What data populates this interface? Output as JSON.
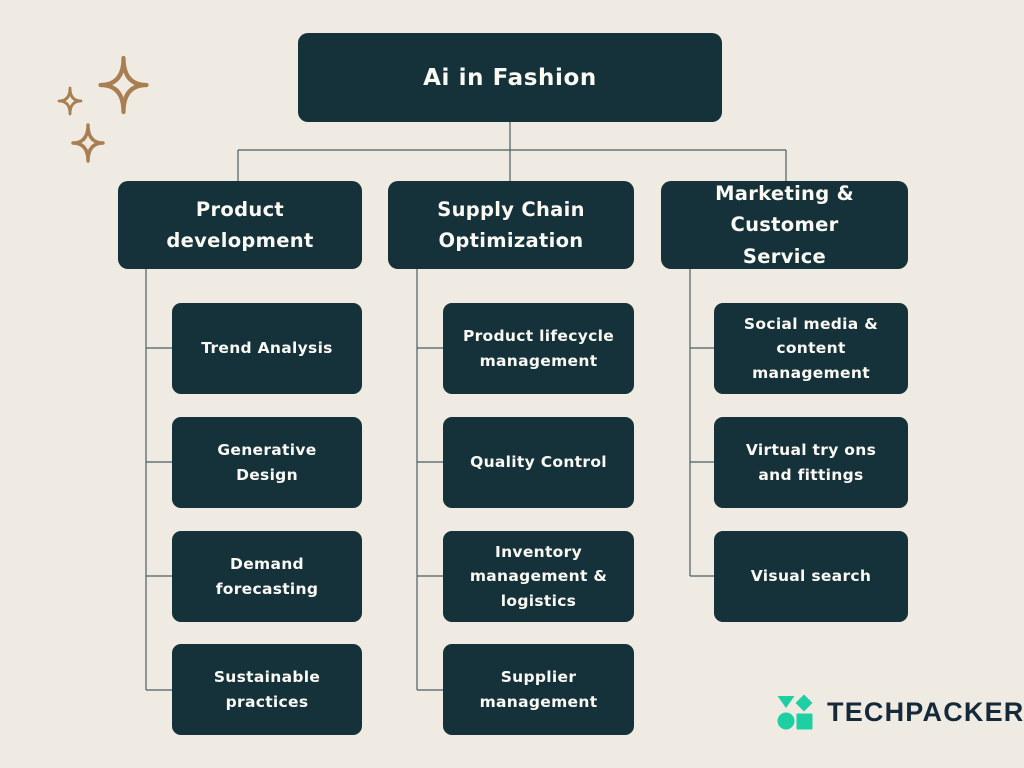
{
  "tree": {
    "root": "Ai in Fashion",
    "branches": [
      {
        "label": "Product development",
        "children": [
          "Trend Analysis",
          "Generative Design",
          "Demand forecasting",
          "Sustainable practices"
        ]
      },
      {
        "label": "Supply Chain Optimization",
        "children": [
          "Product lifecycle management",
          "Quality Control",
          "Inventory management & logistics",
          "Supplier management"
        ]
      },
      {
        "label": "Marketing & Customer Service",
        "children": [
          "Social media & content management",
          "Virtual try ons and fittings",
          "Visual search"
        ]
      }
    ]
  },
  "branding": {
    "logo_text": "TECHPACKER"
  },
  "icons": {
    "decor": "sparkles-icon",
    "logo": "techpacker-logo-icon"
  },
  "colors": {
    "background": "#F0EBE2",
    "node_fill": "#15323A",
    "node_text": "#FAF9F4",
    "connector": "#4A5E63",
    "sparkle": "#A87E52",
    "logo_green": "#1FCFA4",
    "logo_text": "#14293A"
  }
}
